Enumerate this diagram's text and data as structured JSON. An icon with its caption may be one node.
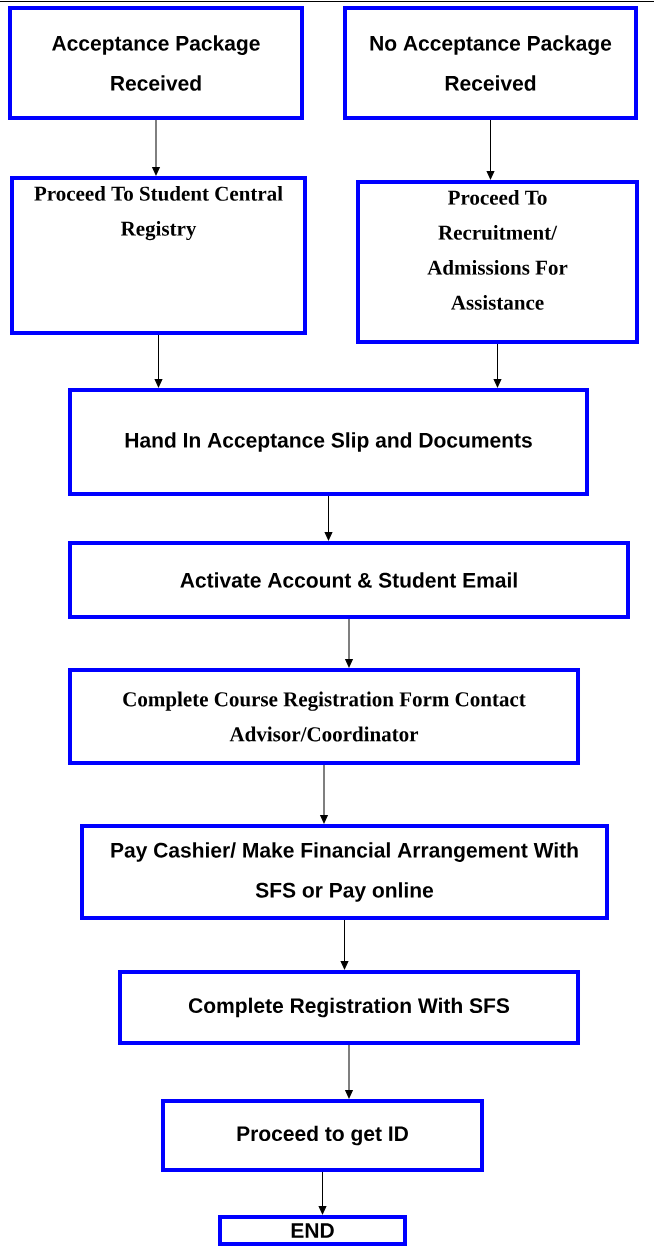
{
  "diagram": {
    "nodes": [
      {
        "text": [
          "Acceptance Package Received"
        ]
      },
      {
        "text": [
          "No Acceptance Package Received"
        ]
      },
      {
        "text": [
          "Proceed To Student Central Registry"
        ]
      },
      {
        "text": [
          "Proceed To Recruitment/ Admissions For Assistance"
        ]
      },
      {
        "text": [
          "Hand In Acceptance Slip and Documents"
        ]
      },
      {
        "text": [
          "Activate Account & Student Email"
        ]
      },
      {
        "text": [
          "Complete Course Registration Form Contact Advisor/Coordinator"
        ]
      },
      {
        "text": [
          "Pay Cashier/ Make Financial Arrangement With SFS or Pay online"
        ]
      },
      {
        "text": [
          "Complete Registration With SFS"
        ]
      },
      {
        "text": [
          "Proceed to get ID"
        ]
      },
      {
        "text": [
          "END"
        ]
      }
    ],
    "edges": [
      {
        "from": 0,
        "to": 2,
        "arrow": "to"
      },
      {
        "from": 1,
        "to": 3,
        "arrow": "to"
      },
      {
        "from": 2,
        "to": 4,
        "arrow": "to"
      },
      {
        "from": 3,
        "to": 4,
        "arrow": "to"
      },
      {
        "from": 4,
        "to": 5,
        "arrow": "to"
      },
      {
        "from": 5,
        "to": 6,
        "arrow": "to"
      },
      {
        "from": 6,
        "to": 7,
        "arrow": "to"
      },
      {
        "from": 7,
        "to": 8,
        "arrow": "to"
      },
      {
        "from": 8,
        "to": 9,
        "arrow": "to"
      },
      {
        "from": 9,
        "to": 10,
        "arrow": "to"
      }
    ]
  }
}
